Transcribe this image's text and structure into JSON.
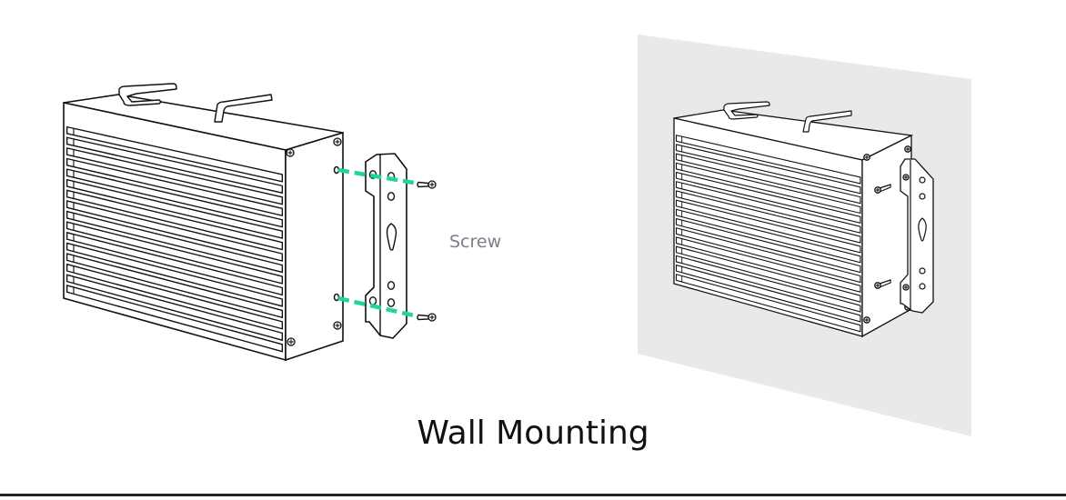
{
  "diagram": {
    "title": "Wall Mounting",
    "callouts": [
      {
        "label": "Screw"
      }
    ],
    "panels": [
      {
        "name": "exploded-view",
        "description": "Device with mounting bracket and screws shown separated; green dashed guide lines indicate screw alignment"
      },
      {
        "name": "mounted-view",
        "description": "Device attached to wall via bracket"
      }
    ],
    "colors": {
      "line": "#111111",
      "guide": "#22d3a0",
      "wall": "#e9e9e9",
      "label": "#7b7f88",
      "title": "#111111"
    }
  }
}
